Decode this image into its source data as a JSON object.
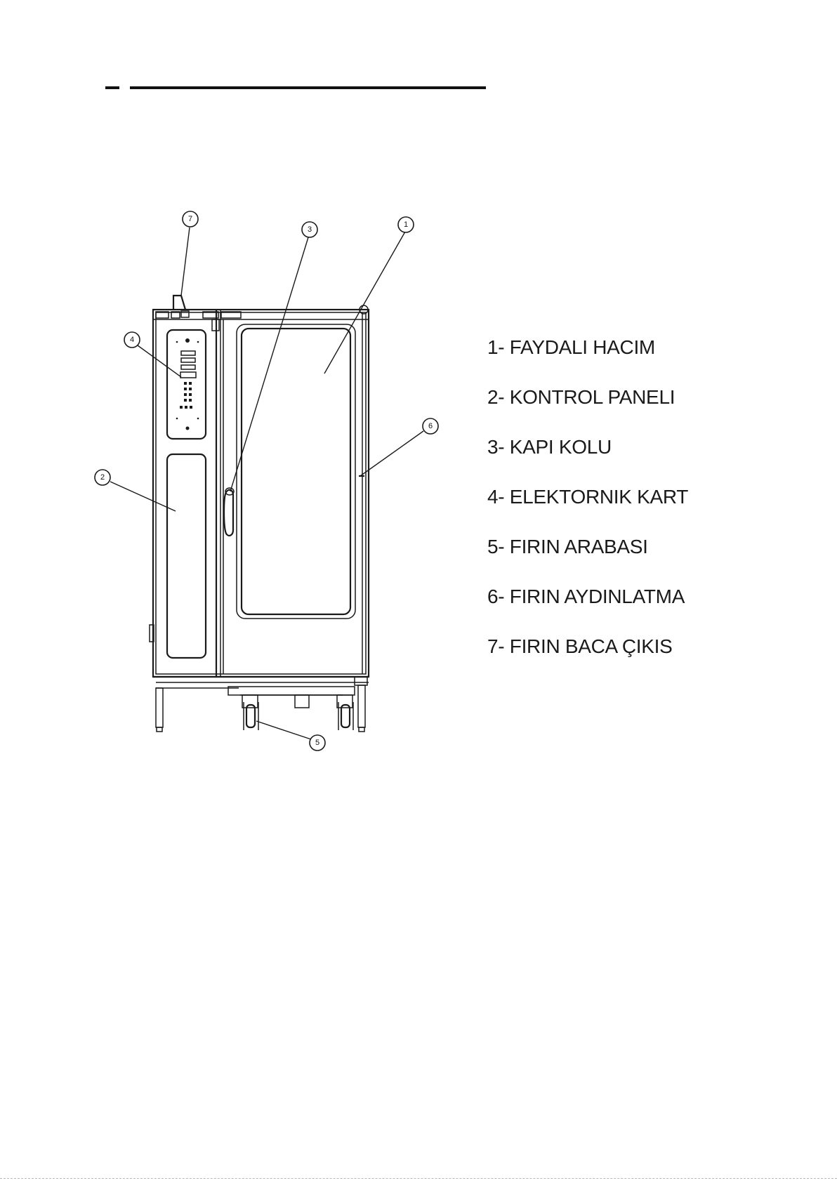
{
  "callouts": [
    "1",
    "2",
    "3",
    "4",
    "5",
    "6",
    "7"
  ],
  "legend": [
    "1- FAYDALI HACIM",
    "2- KONTROL PANELI",
    "3- KAPI KOLU",
    "4- ELEKTORNIK KART",
    "5- FIRIN ARABASI",
    "6- FIRIN AYDINLATMA",
    "7- FIRIN BACA ÇIKIS"
  ]
}
